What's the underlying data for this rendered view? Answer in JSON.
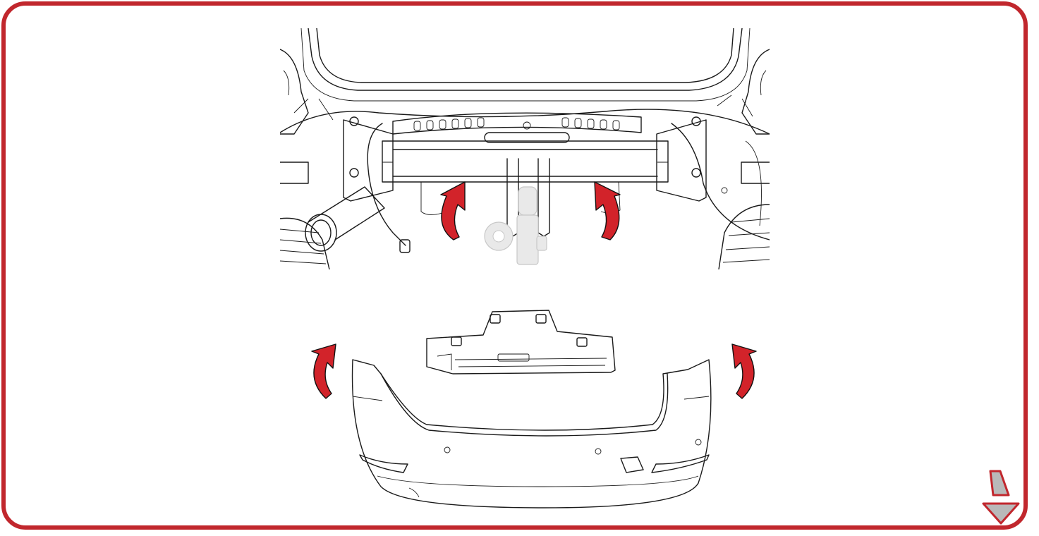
{
  "colors": {
    "frame": "#c1272d",
    "arrow": "#d2232a",
    "line": "#1a1a1a",
    "background": "#ffffff",
    "nav_icon_fill": "#b9b9b9"
  },
  "figure": {
    "top_view": "vehicle-rear-underbody-with-tow-bar",
    "bottom_view": "rear-bumper-cover-and-mounting-bracket",
    "arrows": [
      "rotate-up-left",
      "rotate-up-right",
      "lift-left",
      "lift-right"
    ]
  },
  "navigation": {
    "icon": "next-step-down-arrow-icon"
  }
}
